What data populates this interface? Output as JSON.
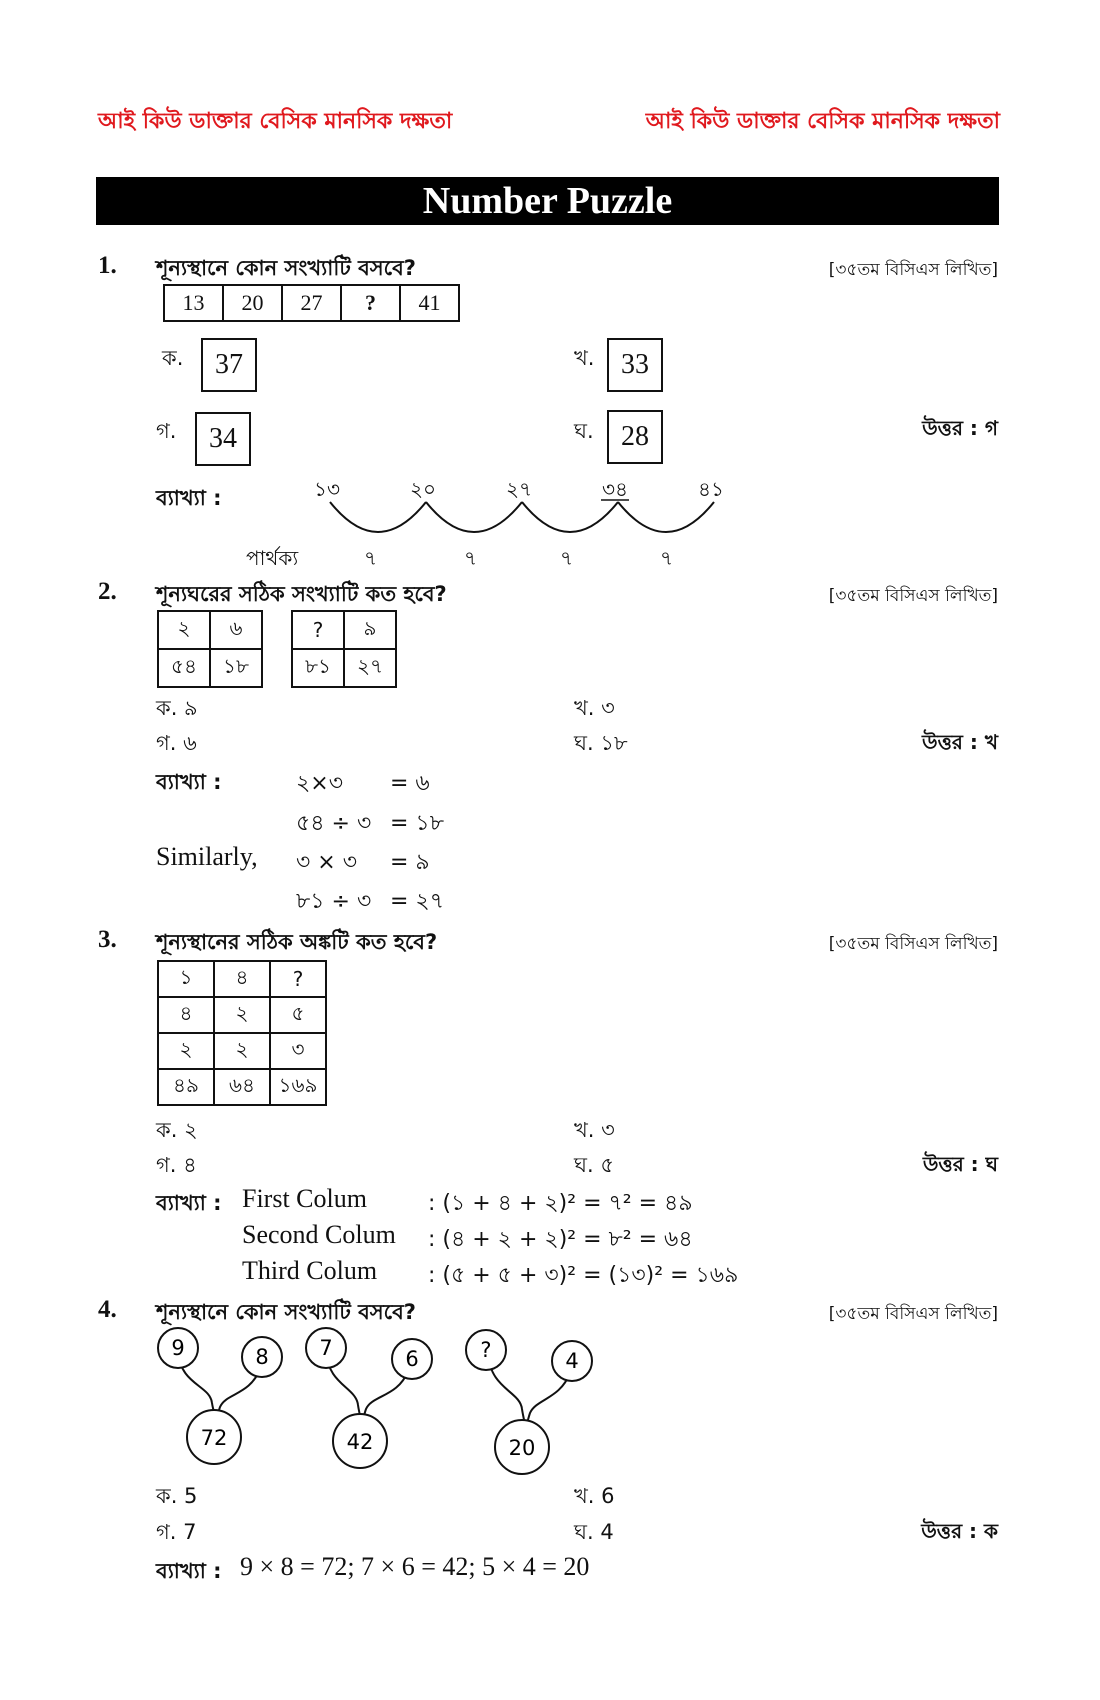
{
  "header": {
    "left": "আই কিউ ডাক্তার বেসিক মানসিক দক্ষতা",
    "right": "আই কিউ ডাক্তার বেসিক মানসিক দক্ষতা"
  },
  "title": "Number Puzzle",
  "q1": {
    "num": "1.",
    "text": "শূন্যস্থানে কোন সংখ্যাটি বসবে?",
    "source": "[৩৫তম বিসিএস লিখিত]",
    "sequence": [
      "13",
      "20",
      "27",
      "?",
      "41"
    ],
    "options": [
      {
        "label": "ক.",
        "value": "37"
      },
      {
        "label": "খ.",
        "value": "33"
      },
      {
        "label": "গ.",
        "value": "34"
      },
      {
        "label": "ঘ.",
        "value": "28"
      }
    ],
    "answer": "উত্তর : গ",
    "expl_label": "ব্যাখ্যা :",
    "arc_numbers": [
      "১৩",
      "২০",
      "২৭",
      "৩৪",
      "৪১"
    ],
    "diff_label": "পার্থক্য",
    "diffs": [
      "৭",
      "৭",
      "৭",
      "৭"
    ]
  },
  "q2": {
    "num": "2.",
    "text": "শূন্যঘরের সঠিক সংখ্যাটি কত হবে?",
    "source": "[৩৫তম বিসিএস লিখিত]",
    "grid_a": [
      [
        "২",
        "৬"
      ],
      [
        "৫৪",
        "১৮"
      ]
    ],
    "grid_b": [
      [
        "?",
        "৯"
      ],
      [
        "৮১",
        "২৭"
      ]
    ],
    "options": [
      {
        "label": "ক. ৯"
      },
      {
        "label": "খ. ৩"
      },
      {
        "label": "গ. ৬"
      },
      {
        "label": "ঘ. ১৮"
      }
    ],
    "answer": "উত্তর : খ",
    "expl_label": "ব্যাখ্যা :",
    "similarly": "Similarly,",
    "lines": [
      {
        "lhs": "২×৩",
        "rhs": "= ৬"
      },
      {
        "lhs": "৫৪ ÷ ৩",
        "rhs": "= ১৮"
      },
      {
        "lhs": "৩ × ৩",
        "rhs": "= ৯"
      },
      {
        "lhs": "৮১ ÷ ৩",
        "rhs": "= ২৭"
      }
    ]
  },
  "q3": {
    "num": "3.",
    "text": "শূন্যস্থানের সঠিক অঙ্কটি কত হবে?",
    "source": "[৩৫তম বিসিএস লিখিত]",
    "grid": [
      [
        "১",
        "৪",
        "?"
      ],
      [
        "৪",
        "২",
        "৫"
      ],
      [
        "২",
        "২",
        "৩"
      ],
      [
        "৪৯",
        "৬৪",
        "১৬৯"
      ]
    ],
    "options": [
      {
        "label": "ক. ২"
      },
      {
        "label": "খ. ৩"
      },
      {
        "label": "গ. ৪"
      },
      {
        "label": "ঘ. ৫"
      }
    ],
    "answer": "উত্তর : ঘ",
    "expl_label": "ব্যাখ্যা :",
    "lines": [
      {
        "name": "First Colum",
        "eq": ": (১ + ৪ + ২)² = ৭² = ৪৯"
      },
      {
        "name": "Second Colum",
        "eq": ": (৪ + ২ + ২)² = ৮² = ৬৪"
      },
      {
        "name": "Third Colum",
        "eq": ": (৫ + ৫ + ৩)² = (১৩)² = ১৬৯"
      }
    ]
  },
  "q4": {
    "num": "4.",
    "text": "শূন্যস্থানে কোন সংখ্যাটি বসবে?",
    "source": "[৩৫তম বিসিএস লিখিত]",
    "trees": [
      {
        "a": "9",
        "b": "8",
        "c": "72"
      },
      {
        "a": "7",
        "b": "6",
        "c": "42"
      },
      {
        "a": "?",
        "b": "4",
        "c": "20"
      }
    ],
    "options": [
      {
        "label": "ক. 5"
      },
      {
        "label": "খ. 6"
      },
      {
        "label": "গ. 7"
      },
      {
        "label": "ঘ. 4"
      }
    ],
    "answer": "উত্তর : ক",
    "expl_label": "ব্যাখ্যা :",
    "expl": "9 × 8 = 72; 7 × 6 = 42; 5 × 4 = 20"
  }
}
